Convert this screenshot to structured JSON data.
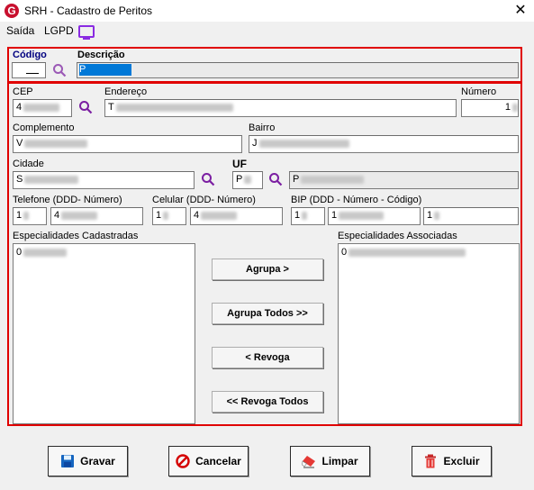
{
  "window": {
    "title": "SRH - Cadastro de Peritos",
    "close_glyph": "✕",
    "app_icon_letter": "G"
  },
  "menu": {
    "items": [
      "Saída",
      "LGPD"
    ]
  },
  "header": {
    "codigo_label": "Código",
    "codigo_value": "",
    "descricao_label": "Descrição",
    "descricao_value": "P"
  },
  "address": {
    "cep_label": "CEP",
    "cep_value": "4",
    "endereco_label": "Endereço",
    "endereco_value": "T",
    "numero_label": "Número",
    "numero_value": "1",
    "complemento_label": "Complemento",
    "complemento_value": "V",
    "bairro_label": "Bairro",
    "bairro_value": "J",
    "cidade_label": "Cidade",
    "cidade_value": "S",
    "uf_label": "UF",
    "uf_value": "P",
    "uf_desc_value": "P"
  },
  "phones": {
    "telefone_label": "Telefone (DDD- Número)",
    "telefone_ddd": "1",
    "telefone_num": "4",
    "celular_label": "Celular (DDD- Número)",
    "celular_ddd": "1",
    "celular_num": "4",
    "bip_label": "BIP (DDD - Número - Código)",
    "bip_ddd": "1",
    "bip_num": "1",
    "bip_code": "1"
  },
  "especialidades": {
    "cadastradas_label": "Especialidades Cadastradas",
    "cadastradas_items": [
      "0"
    ],
    "associadas_label": "Especialidades Associadas",
    "associadas_items": [
      "0"
    ],
    "agrupa": "Agrupa >",
    "agrupa_todos": "Agrupa Todos >>",
    "revoga": "< Revoga",
    "revoga_todos": "<< Revoga Todos"
  },
  "footer": {
    "gravar": "Gravar",
    "cancelar": "Cancelar",
    "limpar": "Limpar",
    "excluir": "Excluir"
  },
  "colors": {
    "accent_border": "#e00000",
    "icon_purple": "#8a2be2",
    "label_blue": "#000080"
  }
}
